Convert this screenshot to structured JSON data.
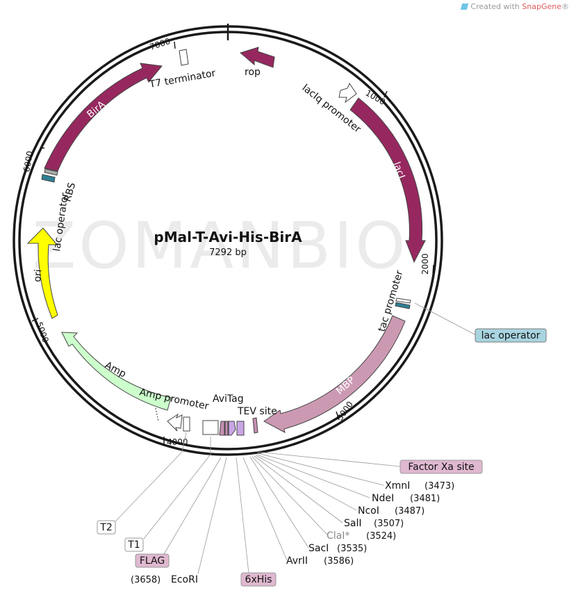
{
  "credit": {
    "prefix": "Created with ",
    "brand": "SnapGene",
    "suffix": "®"
  },
  "watermark": "ZOMANBIO",
  "plasmid": {
    "name": "pMal-T-Avi-His-BirA",
    "length_label": "7292 bp",
    "length": 7292
  },
  "ticks": [
    {
      "label": "1000",
      "pos": 1000
    },
    {
      "label": "2000",
      "pos": 2000
    },
    {
      "label": "3000",
      "pos": 3000
    },
    {
      "label": "4000",
      "pos": 4000
    },
    {
      "label": "5000",
      "pos": 5000
    },
    {
      "label": "6000",
      "pos": 6000
    },
    {
      "label": "7000",
      "pos": 7000
    }
  ],
  "features": [
    {
      "name": "rop",
      "color": "#96285f"
    },
    {
      "name": "lacIq promoter",
      "color": "#ffffff"
    },
    {
      "name": "lacI",
      "color": "#96285f"
    },
    {
      "name": "tac promoter",
      "color": "#ffffff"
    },
    {
      "name": "lac operator",
      "color": "#2e7f96"
    },
    {
      "name": "MBP",
      "color": "#cc99b3"
    },
    {
      "name": "TEV site",
      "color": "#c58fb0"
    },
    {
      "name": "AviTag",
      "color": "#c9a6e6"
    },
    {
      "name": "Amp promoter",
      "color": "#ffffff"
    },
    {
      "name": "Amp",
      "color": "#ccffcc"
    },
    {
      "name": "ori",
      "color": "#ffff00"
    },
    {
      "name": "lac operator",
      "color": "#2e7f96"
    },
    {
      "name": "RBS",
      "color": "#aaaaaa"
    },
    {
      "name": "BirA",
      "color": "#96285f"
    },
    {
      "name": "T7 terminator",
      "color": "#ffffff"
    }
  ],
  "sites": [
    {
      "name": "Factor Xa site",
      "style": "feature-box",
      "color": "#e0b8d0"
    },
    {
      "name": "XmnI",
      "pos": "(3473)",
      "style": "enzyme"
    },
    {
      "name": "NdeI",
      "pos": "(3481)",
      "style": "enzyme"
    },
    {
      "name": "NcoI",
      "pos": "(3487)",
      "style": "enzyme"
    },
    {
      "name": "SalI",
      "pos": "(3507)",
      "style": "enzyme"
    },
    {
      "name": "ClaI*",
      "pos": "(3524)",
      "style": "enzyme-grey"
    },
    {
      "name": "SacI",
      "pos": "(3535)",
      "style": "enzyme"
    },
    {
      "name": "AvrII",
      "pos": "(3586)",
      "style": "enzyme"
    },
    {
      "name": "lac operator",
      "style": "feature-box",
      "color": "#a8d4e0"
    },
    {
      "name": "T2",
      "style": "feature-box",
      "color": "#ffffff"
    },
    {
      "name": "T1",
      "style": "feature-box",
      "color": "#ffffff"
    },
    {
      "name": "FLAG",
      "style": "feature-box",
      "color": "#e0b8d0"
    },
    {
      "name": "EcoRI",
      "pos": "(3658)",
      "style": "enzyme"
    },
    {
      "name": "6xHis",
      "style": "feature-box",
      "color": "#e0b8d0"
    }
  ]
}
